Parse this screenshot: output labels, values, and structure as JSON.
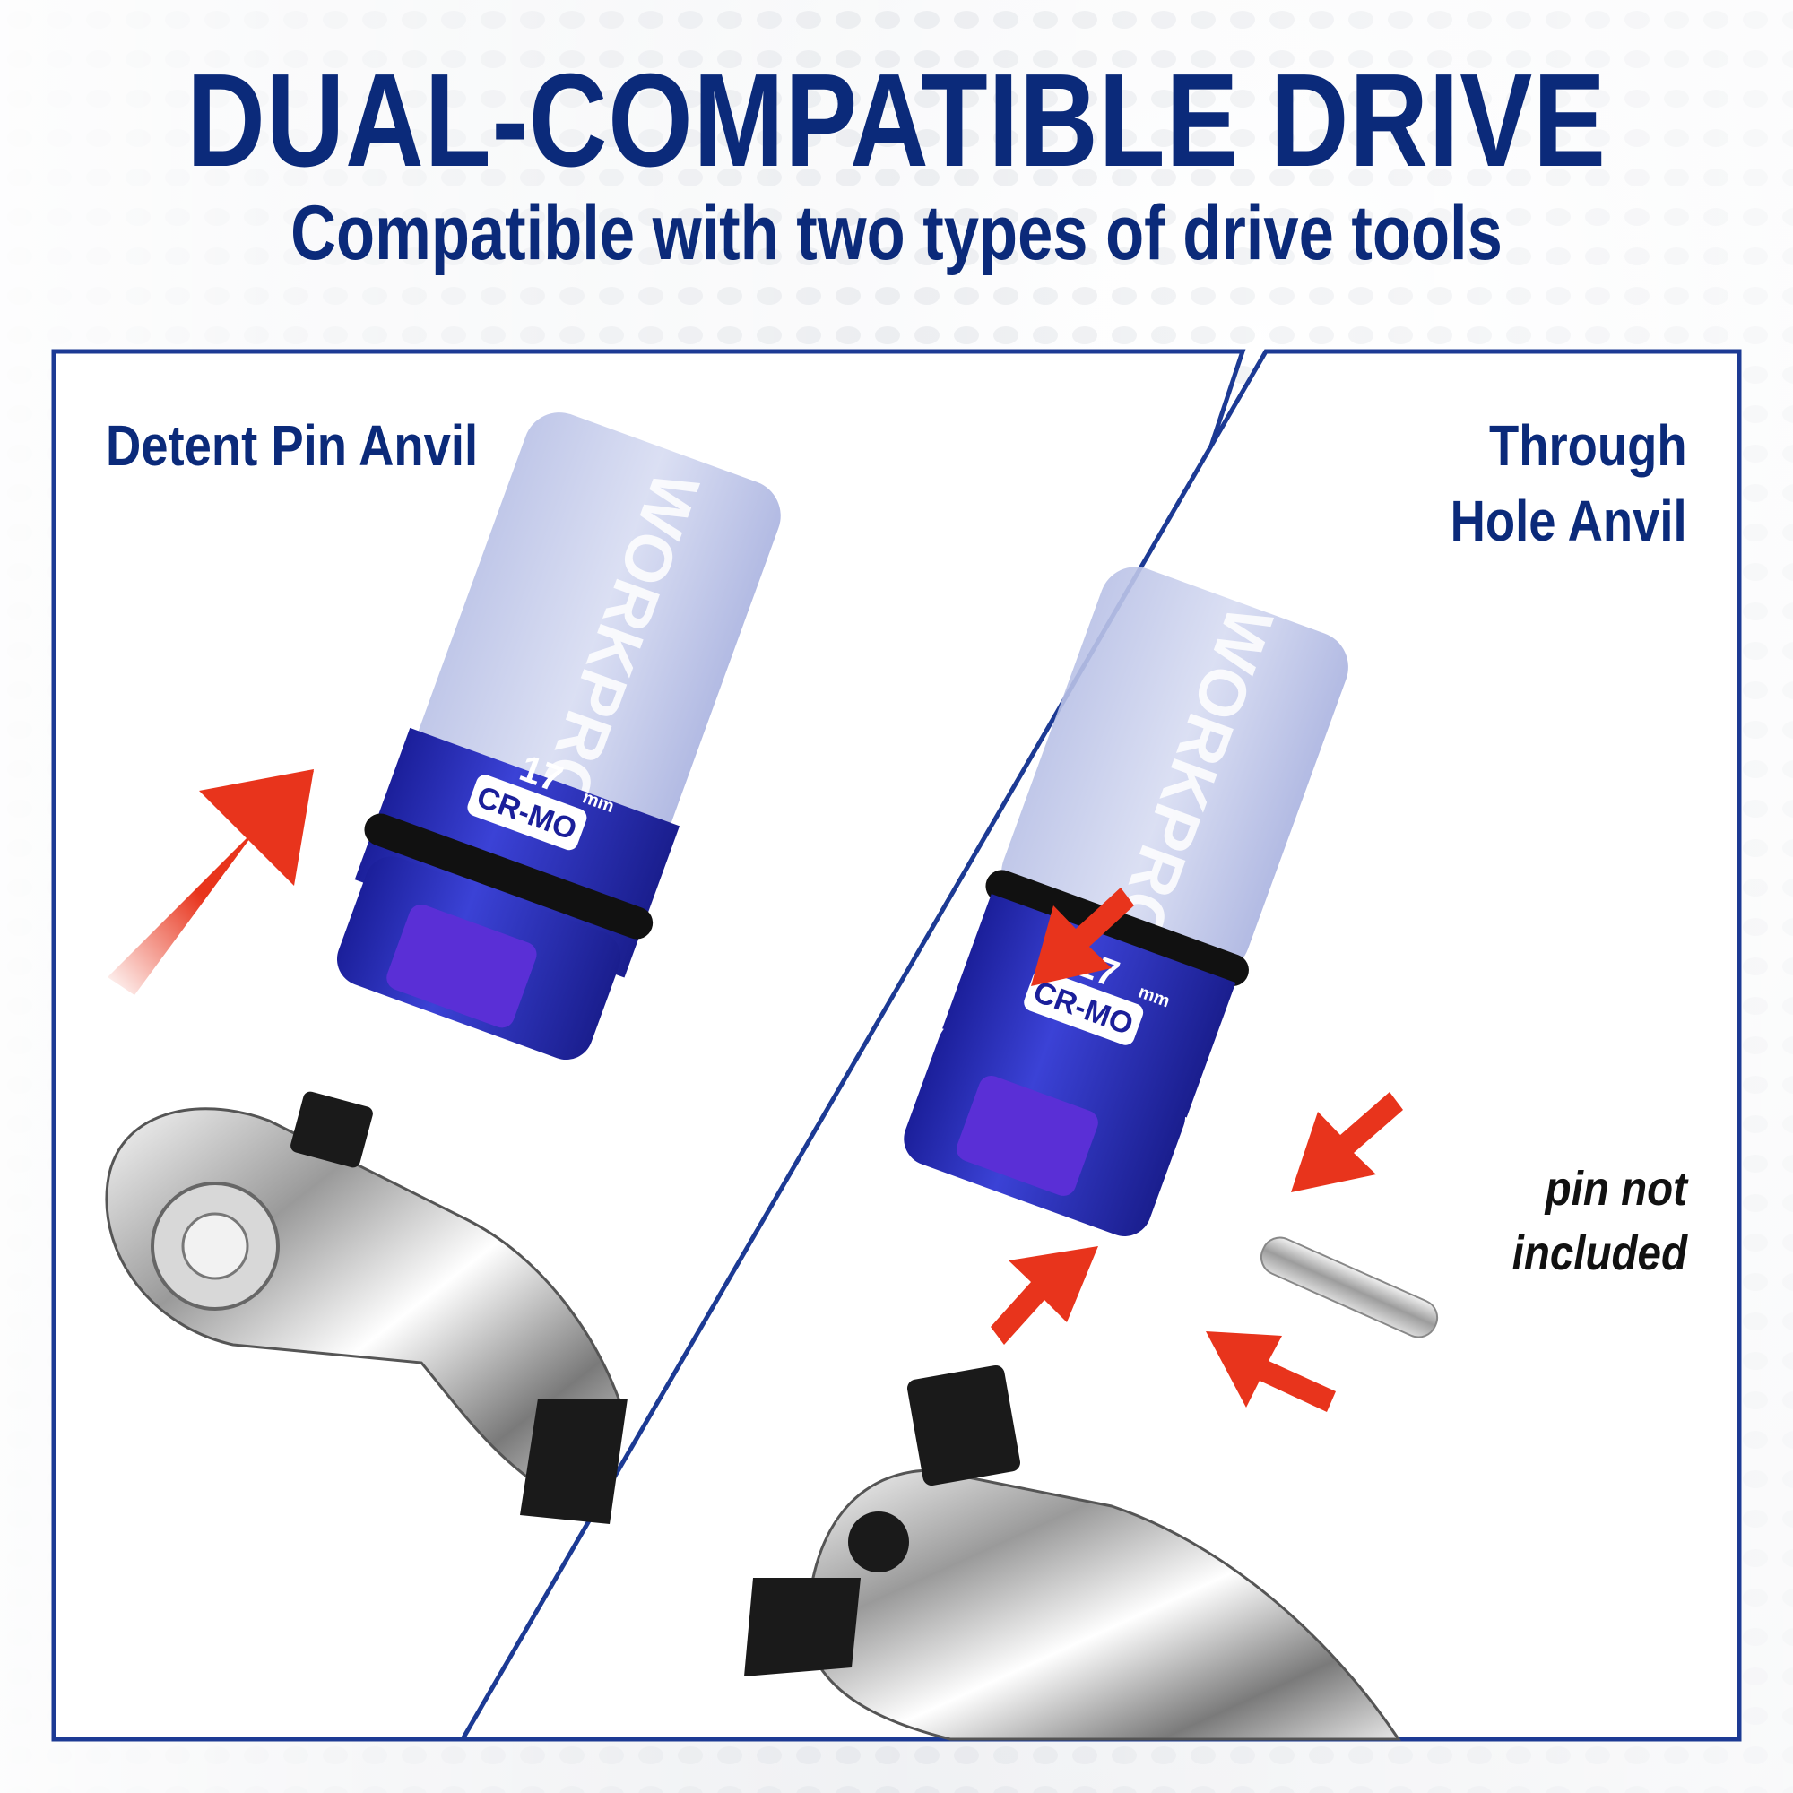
{
  "header": {
    "title": "DUAL-COMPATIBLE DRIVE",
    "subtitle": "Compatible with two types of drive tools"
  },
  "left_panel": {
    "label": "Detent Pin Anvil",
    "socket": {
      "brand": "WORKPRO",
      "size": "17",
      "unit": "mm",
      "material": "CR-MO"
    }
  },
  "right_panel": {
    "label_line1": "Through",
    "label_line2": "Hole Anvil",
    "note_line1": "pin not",
    "note_line2": "included",
    "socket": {
      "brand": "WORKPRO",
      "size": "17",
      "unit": "mm",
      "material": "CR-MO"
    }
  },
  "colors": {
    "brand_blue": "#0b2a7a",
    "frame_blue": "#1c3a94",
    "socket_blue": "#2a2fb8",
    "arrow_red": "#e8341c"
  }
}
